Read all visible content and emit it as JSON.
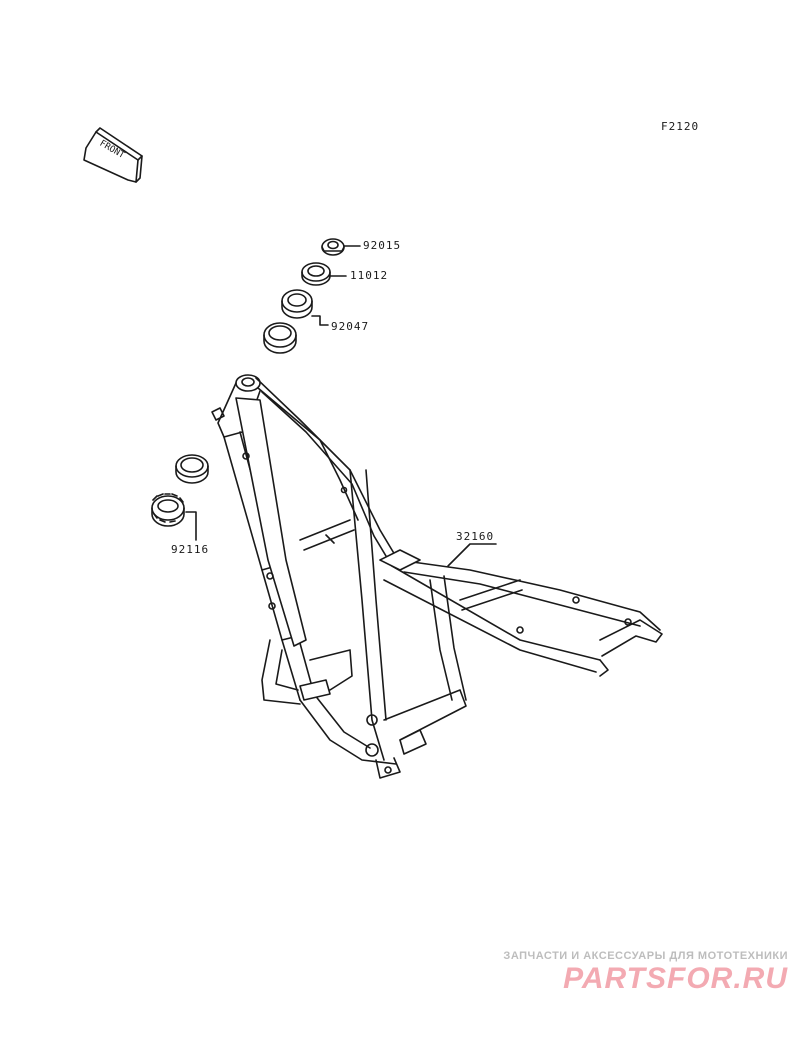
{
  "diagram": {
    "code": "F2120",
    "front_label": "FRONT",
    "parts": [
      {
        "number": "92015"
      },
      {
        "number": "11012"
      },
      {
        "number": "92047"
      },
      {
        "number": "92116"
      },
      {
        "number": "32160"
      }
    ]
  },
  "watermark": {
    "tagline": "ЗАПЧАСТИ И АКСЕССУАРЫ ДЛЯ МОТОТЕХНИКИ",
    "brand": "PARTSFOR.RU",
    "color": "#f3aab2"
  }
}
